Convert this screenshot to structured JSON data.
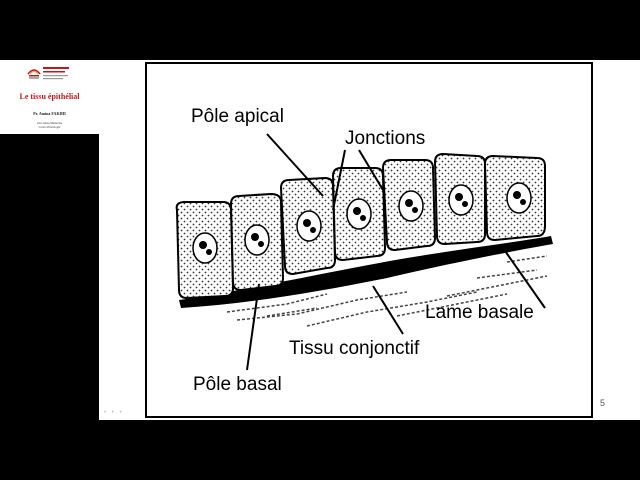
{
  "sidebar": {
    "title": "Le tissu épithélial",
    "author": "Pr. Amina FAKIHI",
    "subtitle_lines": [
      "1ère année Médecine",
      "Cours d'histologie"
    ]
  },
  "slide": {
    "labels": {
      "pole_apical": "Pôle apical",
      "jonctions": "Jonctions",
      "lame_basale": "Lame basale",
      "tissu_conjonctif": "Tissu conjonctif",
      "pole_basal": "Pôle basal"
    },
    "page_number": "5"
  },
  "colors": {
    "title_red": "#c0171d",
    "background": "#000000",
    "slide_bg": "#ffffff"
  }
}
